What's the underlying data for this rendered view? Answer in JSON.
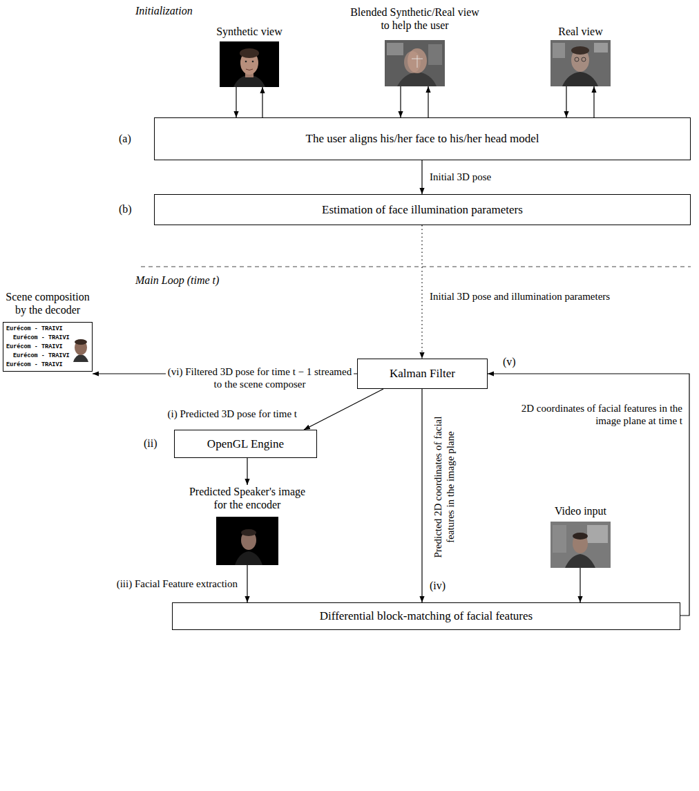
{
  "diagram": {
    "nodes": [
      {
        "text": [
          "Synthetic view"
        ]
      },
      {
        "text": [
          "Blended Synthetic/Real view to help the user"
        ]
      },
      {
        "text": [
          "Real view"
        ]
      },
      {
        "text": [
          "The user aligns his/her face to his/her head model"
        ]
      },
      {
        "text": [
          "Estimation of face illumination parameters"
        ]
      },
      {
        "text": [
          "Scene composition by the decoder",
          "Eurécom - TRAIVI",
          "Eurécom - TRAIVI",
          "Eurécom - TRAIVI",
          "Eurécom - TRAIVI",
          "Eurécom - TRAIVI"
        ]
      },
      {
        "text": [
          "Kalman Filter"
        ]
      },
      {
        "text": [
          "OpenGL Engine"
        ]
      },
      {
        "text": [
          "Predicted Speaker's image for the encoder"
        ]
      },
      {
        "text": [
          "Video input"
        ]
      },
      {
        "text": [
          "Differential block-matching of facial features"
        ]
      }
    ],
    "edges": [
      {
        "from": 0,
        "to": 3,
        "arrow": "to"
      },
      {
        "from": 3,
        "to": 0,
        "arrow": "to"
      },
      {
        "from": 1,
        "to": 3,
        "arrow": "to"
      },
      {
        "from": 3,
        "to": 1,
        "arrow": "to"
      },
      {
        "from": 2,
        "to": 3,
        "arrow": "to"
      },
      {
        "from": 3,
        "to": 2,
        "arrow": "to"
      },
      {
        "from": 3,
        "to": 4,
        "label": "Initial 3D pose",
        "arrow": "to"
      },
      {
        "from": 4,
        "to": 6,
        "label": "Initial 3D pose and illumination parameters",
        "arrow": "to"
      },
      {
        "from": 6,
        "to": 5,
        "label": "(vi) Filtered 3D pose for time t − 1 streamed to the scene composer",
        "arrow": "to"
      },
      {
        "from": 6,
        "to": 7,
        "label": "(i) Predicted 3D pose for time t",
        "arrow": "to"
      },
      {
        "from": 7,
        "to": 8,
        "arrow": "to"
      },
      {
        "from": 8,
        "to": 10,
        "label": "(iii) Facial Feature extraction",
        "arrow": "to"
      },
      {
        "from": 6,
        "to": 10,
        "label": "Predicted 2D coordinates of facial features in the image plane",
        "arrow": "to"
      },
      {
        "from": 9,
        "to": 10,
        "arrow": "to"
      },
      {
        "from": 10,
        "to": 6,
        "label": "2D coordinates of facial features in the image plane at time t",
        "arrow": "to"
      }
    ],
    "labels": [
      "Initialization",
      "(a)",
      "(b)",
      "Main Loop (time t)",
      "(ii)",
      "(iv)",
      "(v)"
    ]
  }
}
